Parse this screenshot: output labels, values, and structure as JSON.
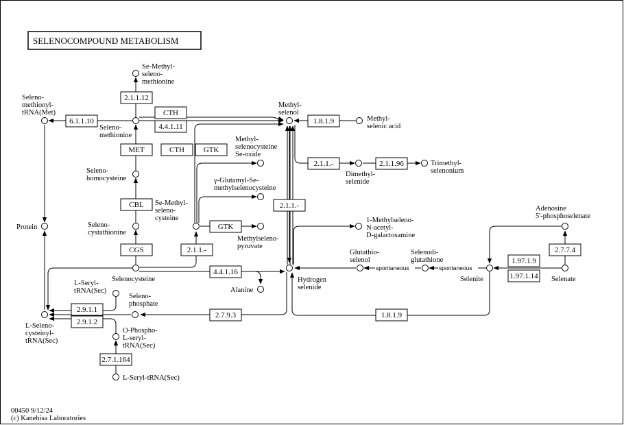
{
  "title": "SELENOCOMPOUND  METABOLISM",
  "footer": {
    "line1": "00450 9/12/24",
    "line2": "(c) Kanehisa Laboratories"
  },
  "spontaneous_label": "spontaneous",
  "enzymes": {
    "e_2_1_1_12": "2.1.1.12",
    "e_cth_top": "CTH",
    "e_4_4_1_11": "4.4.1.11",
    "e_6_1_1_10": "6.1.1.10",
    "e_met": "MET",
    "e_cth_mid": "CTH",
    "e_gtk_mid": "GTK",
    "e_cbl": "CBL",
    "e_cgs": "CGS",
    "e_gtk_low": "GTK",
    "e_2_1_1_dash_low": "2.1.1.-",
    "e_2_1_1_dash_mid": "2.1.1.-",
    "e_2_1_1_dash_right": "2.1.1.-",
    "e_1_8_1_9_top": "1.8.1.9",
    "e_2_1_1_96": "2.1.1.96",
    "e_4_4_1_16": "4.4.1.16",
    "e_2_9_1_1": "2.9.1.1",
    "e_2_9_1_2": "2.9.1.2",
    "e_2_7_9_3": "2.7.9.3",
    "e_1_8_1_9_bottom": "1.8.1.9",
    "e_2_7_1_164": "2.7.1.164",
    "e_1_97_1_9": "1.97.1.9",
    "e_1_97_1_14": "1.97.1.14",
    "e_2_7_7_4": "2.7.7.4"
  },
  "compounds": {
    "se_methyl_selenomethionine": [
      "Se-Methyl-",
      "seleno-",
      "methionine"
    ],
    "selenomethionyl_trna": [
      "Seleno-",
      "methionyl-",
      "tRNA(Met)"
    ],
    "selenomethionine": [
      "Seleno-",
      "methionine"
    ],
    "methylselenol": [
      "Methyl-",
      "selenol"
    ],
    "methylselenic_acid": [
      "Methyl-",
      "selenic acid"
    ],
    "methylselenocysteine_seoxide": [
      "Methyl-",
      "selenocysteine",
      "Se-oxide"
    ],
    "selenohomocysteine": [
      "Seleno-",
      "homocysteine"
    ],
    "dimethylselenide": [
      "Dimethyl-",
      "selenide"
    ],
    "trimethylselenonium": [
      "Trimethyl-",
      "selenonium"
    ],
    "gamma_glutamyl": [
      "γ-Glutamyl-Se-",
      "methylselenocysteine"
    ],
    "protein": [
      "Protein"
    ],
    "selenocystathionine": [
      "Seleno-",
      "cystathionine"
    ],
    "se_methylselenocysteine": [
      "Se-Methyl-",
      "seleno-",
      "cysteine"
    ],
    "methylselenopyruvate": [
      "Methylseleno-",
      "pyruvate"
    ],
    "methylseleno_galactosamine": [
      "1-Methylseleno-",
      "N-acetyl-",
      "D-galactosamine"
    ],
    "adenosine_phosphoselenate": [
      "Adenosine",
      "5'-phosphoselenate"
    ],
    "glutathioselenol": [
      "Glutathio-",
      "selenol"
    ],
    "selenodiglutathione": [
      "Selenodi-",
      "glutathione"
    ],
    "selenocysteine": [
      "Selenocysteine"
    ],
    "hydrogen_selenide": [
      "Hydrogen",
      "selenide"
    ],
    "selenite": [
      "Selenite"
    ],
    "selenate": [
      "Selenate"
    ],
    "alanine": [
      "Alanine"
    ],
    "l_seryl_trna": [
      "L-Seryl-",
      "tRNA(Sec)"
    ],
    "selenophosphate": [
      "Seleno-",
      "phosphate"
    ],
    "l_selenocysteinyl_trna": [
      "L-Seleno-",
      "cysteinyl-",
      "tRNA(Sec)"
    ],
    "o_phospho_l_seryl_trna": [
      "O-Phospho-",
      "L-seryl-",
      "tRNA(Sec)"
    ],
    "l_seryl_trna_bottom": [
      "L-Seryl-tRNA(Sec)"
    ]
  }
}
